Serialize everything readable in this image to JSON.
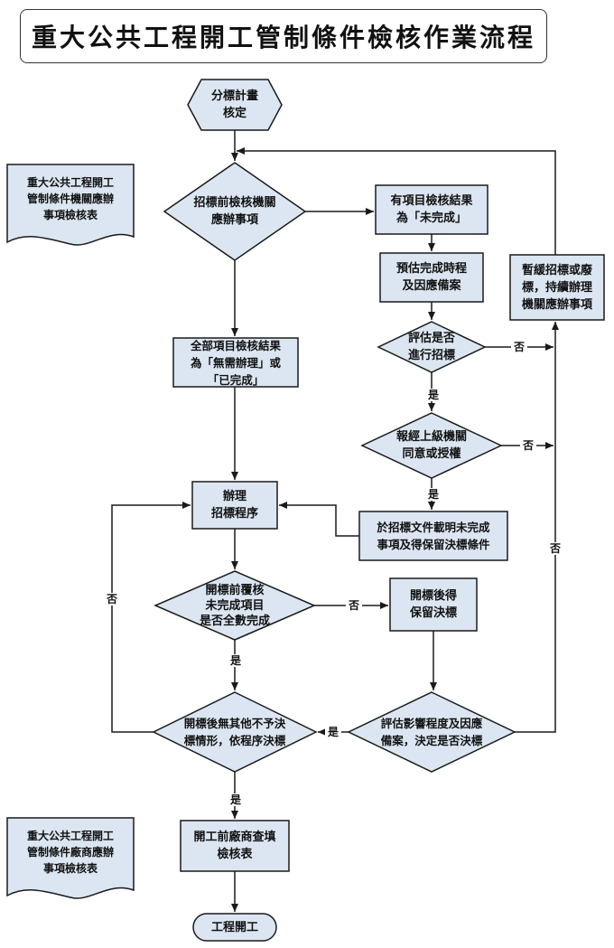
{
  "title": "重大公共工程開工管制條件檢核作業流程",
  "nodes": {
    "start": "分標計畫\n核定",
    "doc_agency": "重大公共工程開工\n管制條件機關應辦\n事項檢核表",
    "check_agency": "招標前檢核機關\n應辦事項",
    "incomplete": "有項目檢核結果\n為「未完成」",
    "estimate": "預估完成時程\n及因應備案",
    "suspend": "暫緩招標或廢\n標，持續辦理\n機關應辦事項",
    "all_done": "全部項目檢核結果\n為「無需辦理」或\n「已完成」",
    "eval_tender": "評估是否\n進行招標",
    "approval": "報經上級機關\n同意或授權",
    "procure": "辦理\n招標程序",
    "note_docs": "於招標文件載明未完成\n事項及得保留決標條件",
    "precheck": "開標前覆核\n未完成項目\n是否全數完成",
    "reserve": "開標後得\n保留決標",
    "award": "開標後無其他不予決\n標情形，依程序決標",
    "impact": "評估影響程度及因應\n備案，決定是否決標",
    "doc_vendor": "重大公共工程開工\n管制條件廠商應辦\n事項檢核表",
    "vendor_check": "開工前廠商查填\n檢核表",
    "end": "工程開工"
  },
  "edges": {
    "yes": "是",
    "no": "否"
  },
  "colors": {
    "fill": "#dce6f2",
    "stroke": "#1a1a1a"
  }
}
